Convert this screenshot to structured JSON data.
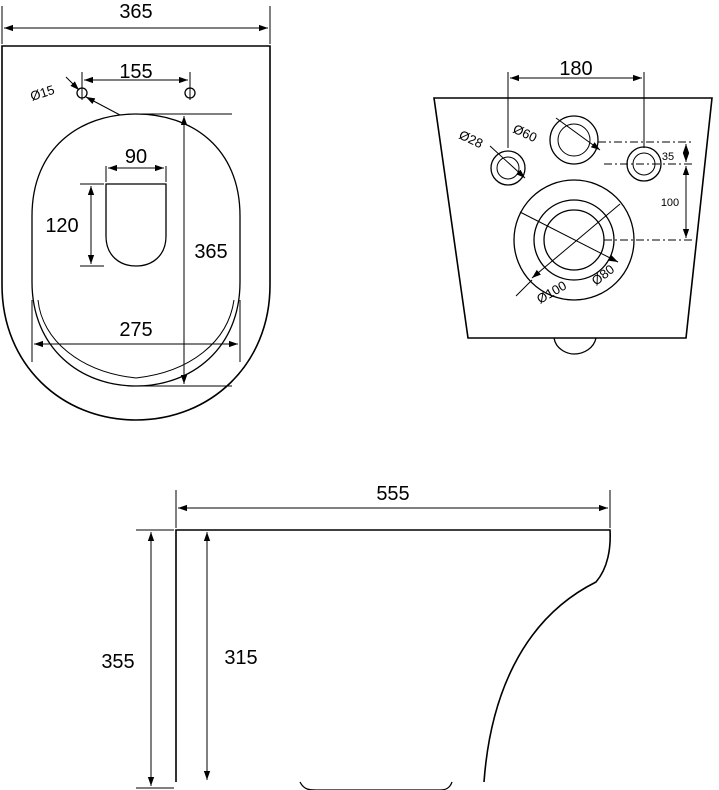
{
  "top_view": {
    "overall_width": "365",
    "fixing_hole_spacing": "155",
    "fixing_hole_diameter": "Ø15",
    "seat_opening_width": "90",
    "seat_opening_length": "120",
    "bowl_length": "365",
    "bowl_width": "275"
  },
  "rear_view": {
    "outer_hole_spacing": "180",
    "small_hole_diameter": "Ø28",
    "inlet_diameter": "Ø60",
    "hole_offset_vertical": "35",
    "outlet_offset_vertical": "100",
    "outlet_inner_diameter": "Ø80",
    "outlet_outer_diameter": "Ø100"
  },
  "side_view": {
    "overall_length": "555",
    "overall_height": "355",
    "inner_height": "315"
  }
}
